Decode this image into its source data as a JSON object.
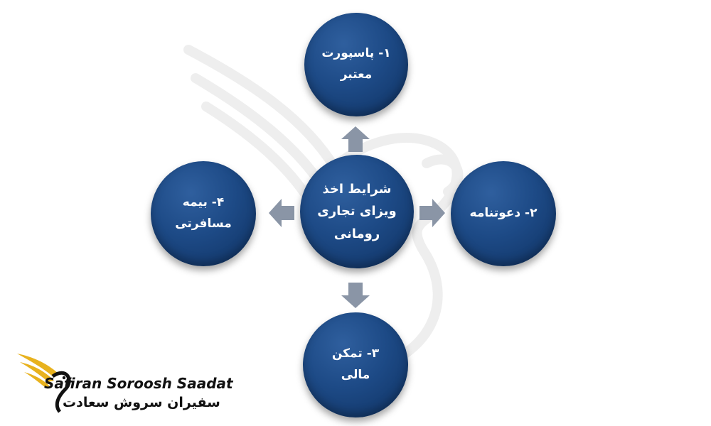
{
  "diagram": {
    "center": [
      "شرایط اخذ",
      "ویزای تجاری",
      "رومانی"
    ],
    "top": [
      "۱- پاسپورت",
      "معتبر"
    ],
    "right": [
      "۲- دعوتنامه"
    ],
    "bottom": [
      "۳- تمکن",
      "مالی"
    ],
    "left": [
      "۴- بیمه",
      "مسافرتی"
    ]
  },
  "logo": {
    "name_en": "Safiran Soroosh Saadat",
    "name_fa": "سفیران سروش سعادت"
  },
  "colors": {
    "node": "#1d4a86",
    "arrow": "#8a95a6",
    "logo_gold": "#e8b21e"
  }
}
